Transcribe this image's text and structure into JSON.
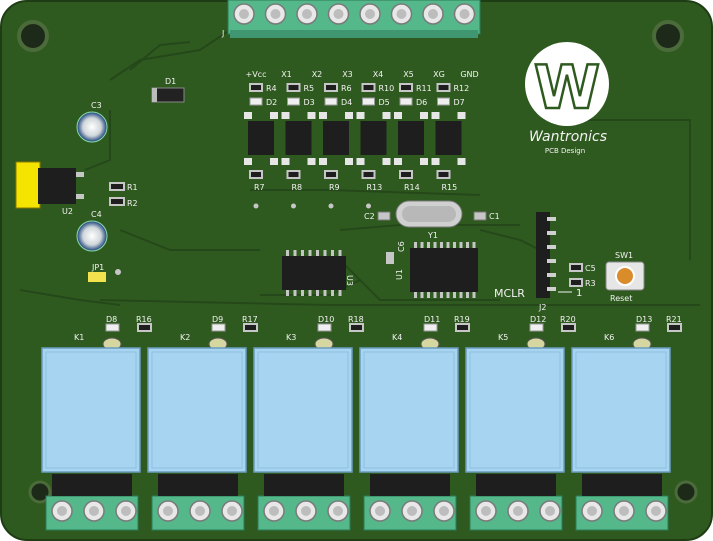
{
  "brand": {
    "name": "Wantronics",
    "tagline": "PCB Design",
    "logo_letter": "W"
  },
  "colors": {
    "board": "#2f5a1f",
    "silk": "#f2f2f2",
    "relay": "#a7d4f0",
    "terminal": "#54b88a",
    "ic": "#1e1e1e",
    "pad": "#c6c6c6",
    "led_yellow": "#f3e24d"
  },
  "top_terminal": {
    "ref": "J",
    "labels": [
      "+Vcc",
      "X1",
      "X2",
      "X3",
      "X4",
      "X5",
      "XG",
      "GND"
    ]
  },
  "input_leds": [
    "D2",
    "D3",
    "D4",
    "D5",
    "D6",
    "D7"
  ],
  "input_resistors_top": [
    "R4",
    "R5",
    "R6",
    "R10",
    "R11",
    "R12"
  ],
  "input_resistors_bottom": [
    "R7",
    "R8",
    "R9",
    "R13",
    "R14",
    "R15"
  ],
  "power": {
    "diode": "D1",
    "caps": [
      "C3",
      "C4"
    ],
    "regulator": "U2",
    "resistors": [
      "R1",
      "R2"
    ],
    "jumper": "JP1"
  },
  "mcu": {
    "crystal": "Y1",
    "caps": [
      "C1",
      "C2"
    ],
    "driver_ic": "U3",
    "mcu_ic": "U1",
    "decoupling": "C6",
    "header": "J2",
    "header_label": "MCLR",
    "pin1_label": "1"
  },
  "reset": {
    "ref": "SW1",
    "label": "Reset",
    "cap": "C5",
    "res": "R3"
  },
  "relays": [
    {
      "ref": "K1",
      "led": "D8",
      "res": "R16"
    },
    {
      "ref": "K2",
      "led": "D9",
      "res": "R17"
    },
    {
      "ref": "K3",
      "led": "D10",
      "res": "R18"
    },
    {
      "ref": "K4",
      "led": "D11",
      "res": "R19"
    },
    {
      "ref": "K5",
      "led": "D12",
      "res": "R20"
    },
    {
      "ref": "K6",
      "led": "D13",
      "res": "R21"
    }
  ]
}
